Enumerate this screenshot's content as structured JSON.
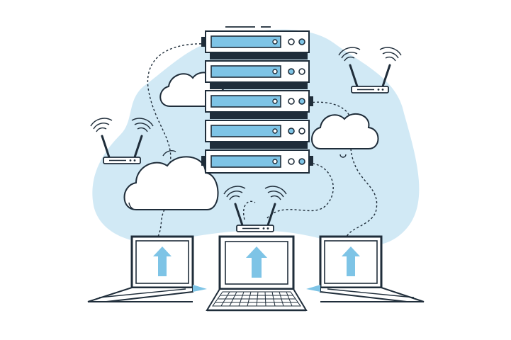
{
  "illustration": {
    "server_rack": {
      "units": 5,
      "icon": "server-rack-icon"
    },
    "clouds": [
      {
        "id": "cloud-upper-left",
        "icon": "cloud-icon"
      },
      {
        "id": "cloud-lower-left",
        "icon": "cloud-icon"
      },
      {
        "id": "cloud-right",
        "icon": "cloud-icon"
      }
    ],
    "routers": [
      {
        "id": "router-left",
        "icon": "wifi-router-icon"
      },
      {
        "id": "router-right",
        "icon": "wifi-router-icon"
      },
      {
        "id": "router-center",
        "icon": "wifi-router-icon"
      }
    ],
    "laptops": [
      {
        "id": "laptop-left",
        "icon": "laptop-upload-icon"
      },
      {
        "id": "laptop-center",
        "icon": "laptop-upload-icon"
      },
      {
        "id": "laptop-right",
        "icon": "laptop-upload-icon"
      }
    ],
    "colors": {
      "outline": "#1f2d3a",
      "accent_blue": "#7ec4e6",
      "blob_blue": "#d1e9f5",
      "background": "#ffffff"
    }
  }
}
